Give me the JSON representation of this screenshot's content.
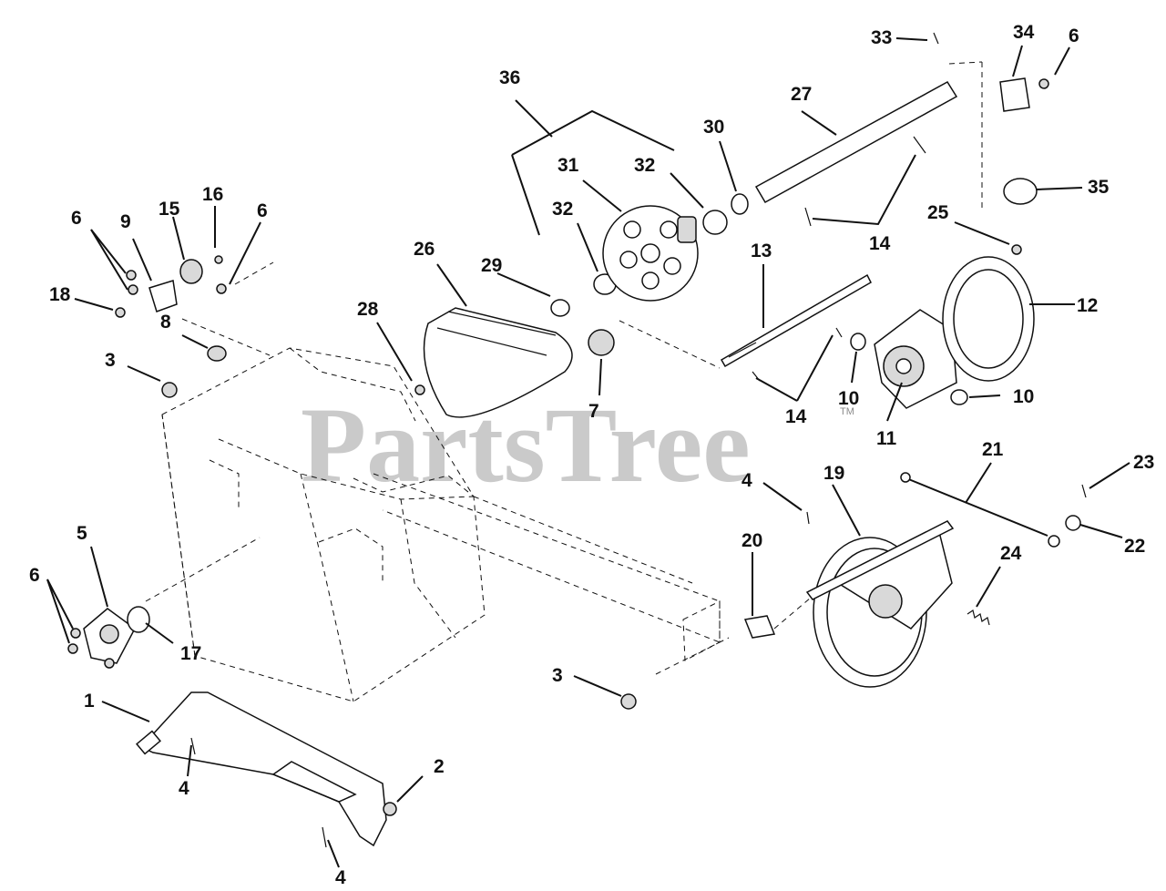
{
  "watermark": {
    "text": "PartsTree",
    "mark": "TM"
  },
  "callouts": {
    "c1": "1",
    "c2": "2",
    "c3a": "3",
    "c3b": "3",
    "c4a": "4",
    "c4b": "4",
    "c4c": "4",
    "c5": "5",
    "c6a": "6",
    "c6b": "6",
    "c6c": "6",
    "c6d": "6",
    "c7": "7",
    "c8": "8",
    "c9": "9",
    "c10a": "10",
    "c10b": "10",
    "c11": "11",
    "c12": "12",
    "c13": "13",
    "c14a": "14",
    "c14b": "14",
    "c15": "15",
    "c16": "16",
    "c17": "17",
    "c18": "18",
    "c19": "19",
    "c20": "20",
    "c21": "21",
    "c22": "22",
    "c23": "23",
    "c24": "24",
    "c25": "25",
    "c26": "26",
    "c27": "27",
    "c28": "28",
    "c29": "29",
    "c30": "30",
    "c31": "31",
    "c32a": "32",
    "c32b": "32",
    "c33": "33",
    "c34": "34",
    "c35": "35",
    "c36": "36"
  }
}
